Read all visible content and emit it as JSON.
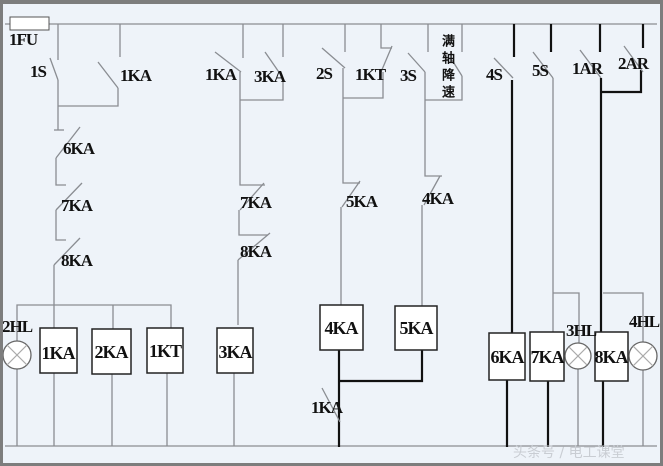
{
  "fuse": {
    "label": "1FU"
  },
  "contacts": {
    "s1": "1S",
    "ka1_hold": "1KA",
    "ka6_nc": "6KA",
    "ka7_nc_a": "7KA",
    "ka8_nc_a": "8KA",
    "ka1_b": "1KA",
    "ka3_hold": "3KA",
    "ka7_nc_b": "7KA",
    "ka8_nc_b": "8KA",
    "s2": "2S",
    "kt1": "1KT",
    "ka5_nc": "5KA",
    "s3": "3S",
    "full_axis_slowdown": "满轴降速",
    "ka4_nc": "4KA",
    "ka1_c": "1KA",
    "s4": "4S",
    "s5": "5S",
    "ar1": "1AR",
    "ar2": "2AR"
  },
  "coils": {
    "ka1": "1KA",
    "ka2": "2KA",
    "kt1": "1KT",
    "ka3": "3KA",
    "ka4": "4KA",
    "ka5": "5KA",
    "ka6": "6KA",
    "ka7": "7KA",
    "ka8": "8KA"
  },
  "lamps": {
    "hl2": "2HL",
    "hl3": "3HL",
    "hl4": "4HL"
  },
  "watermark": "头条号 / 电工课堂",
  "colors": {
    "background": "#eef3f9",
    "wire": "#8a8d92",
    "heavy_wire": "#111111"
  }
}
